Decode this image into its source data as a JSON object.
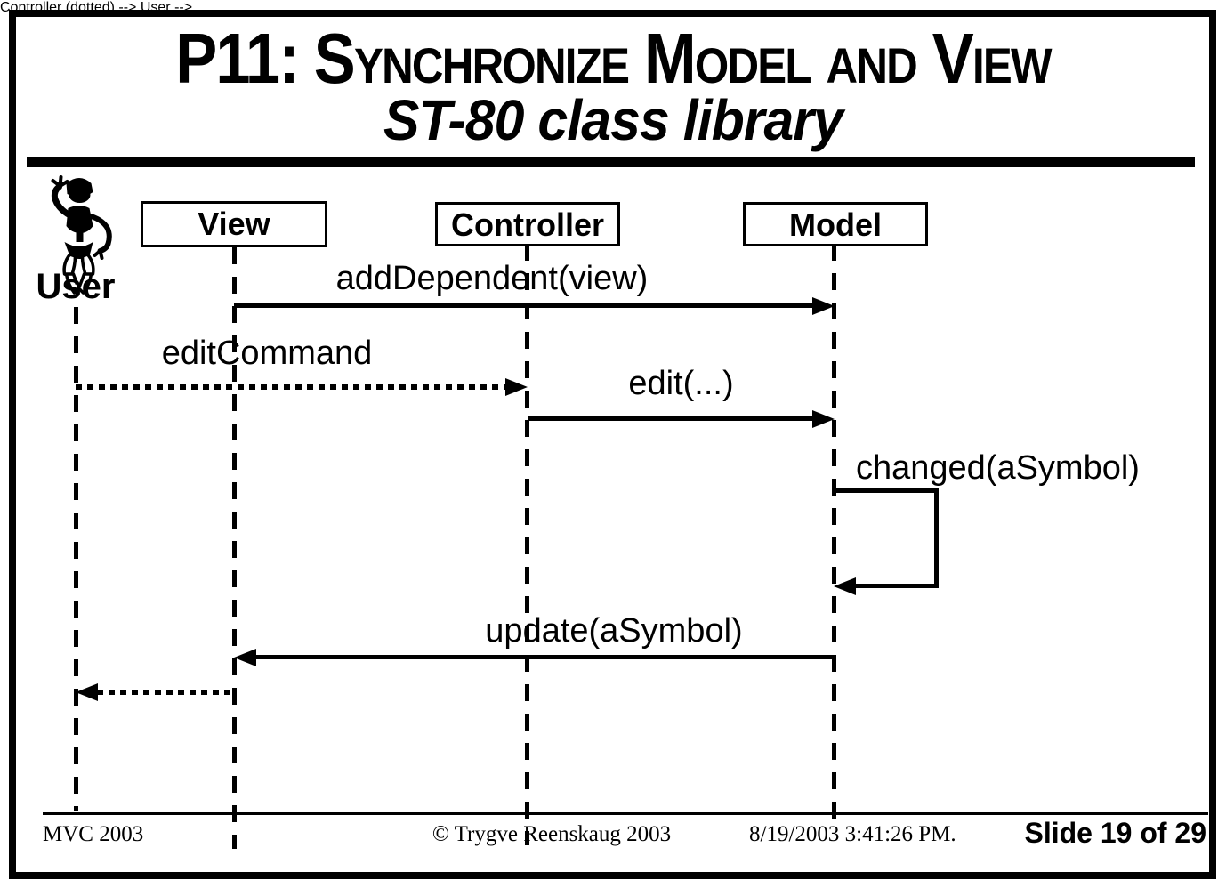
{
  "slide": {
    "title_line1": "P11: Synchronize Model and View",
    "title_line2": "ST-80 class library"
  },
  "actors": {
    "user": {
      "label": "User",
      "icon": "dancing-skeleton-icon"
    },
    "view": {
      "label": "View"
    },
    "controller": {
      "label": "Controller"
    },
    "model": {
      "label": "Model"
    }
  },
  "messages": [
    {
      "label": "addDependent(view)",
      "from": "View",
      "to": "Model",
      "style": "solid"
    },
    {
      "label": "editCommand",
      "from": "User",
      "to": "Controller",
      "style": "dotted"
    },
    {
      "label": "edit(...)",
      "from": "Controller",
      "to": "Model",
      "style": "solid"
    },
    {
      "label": "changed(aSymbol)",
      "from": "Model",
      "to": "Model",
      "style": "self-call"
    },
    {
      "label": "update(aSymbol)",
      "from": "Model",
      "to": "View",
      "style": "solid"
    },
    {
      "label": "",
      "from": "View",
      "to": "User",
      "style": "dotted"
    }
  ],
  "footer": {
    "left": "MVC 2003",
    "copyright": "© Trygve Reenskaug 2003",
    "datetime": "8/19/2003 3:41:26 PM.",
    "slide_number": "Slide 19 of 29"
  },
  "colors": {
    "ink": "#000000",
    "background": "#ffffff"
  }
}
